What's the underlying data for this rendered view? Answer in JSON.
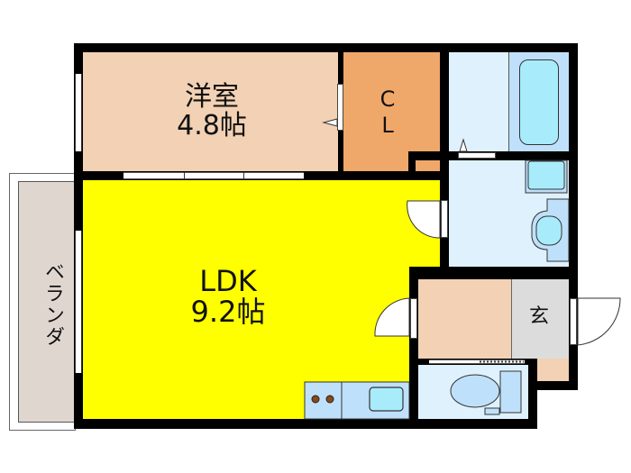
{
  "floorplan": {
    "colors": {
      "wall": "#000000",
      "western_room": "#f2d1b4",
      "closet": "#f0a86a",
      "ldk": "#ffff00",
      "bath": "#dff1fd",
      "tub": "#a8ecfc",
      "wet_area": "#bfe0fb",
      "entry_hall": "#f2d1b4",
      "genkan": "#dcdcdc",
      "balcony": "#e0d6d0",
      "kitchen_counter": "#bfe0fb",
      "stove_burner": "#8a4a12"
    },
    "rooms": {
      "western": {
        "name": "洋室",
        "size": "4.8帖"
      },
      "closet": {
        "line1": "C",
        "line2": "L"
      },
      "ldk": {
        "name": "LDK",
        "size": "9.2帖"
      },
      "genkan": {
        "name": "玄"
      },
      "balcony": {
        "name": "ベランダ"
      }
    }
  }
}
